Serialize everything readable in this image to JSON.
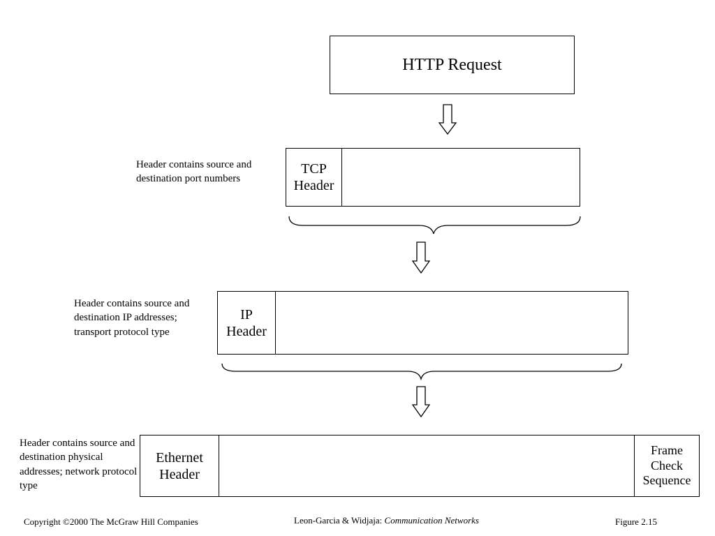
{
  "http_request": {
    "label": "HTTP Request"
  },
  "tcp_segment": {
    "header_label": "TCP Header",
    "description": "Header contains source and destination port numbers"
  },
  "ip_packet": {
    "header_label": "IP Header",
    "description": "Header contains source and destination IP addresses; transport protocol type"
  },
  "ethernet_frame": {
    "header_label": "Ethernet Header",
    "trailer_label": "Frame Check Sequence",
    "description": "Header contains source and destination physical addresses; network protocol type"
  },
  "footer": {
    "copyright": "Copyright ©2000 The McGraw Hill Companies",
    "authors": "Leon-Garcia & Widjaja:",
    "book": "Communication Networks",
    "figure": "Figure 2.15"
  }
}
